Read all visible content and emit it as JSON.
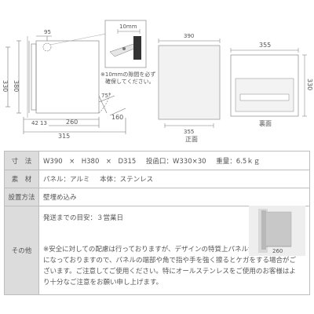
{
  "drawing": {
    "side": {
      "dim_height_outer": "330",
      "dim_height_inner": "380",
      "dim_top": "95",
      "dim_bottom_small": "42",
      "dim_bottom_small2": "13",
      "dim_depth_inner": "260",
      "dim_depth_outer": "315",
      "dim_door": "160",
      "angle": "75°"
    },
    "detail": {
      "gap_label": "10mm",
      "note_line1": "※10mmの隙間を必ず",
      "note_line2": "確保してください。"
    },
    "front": {
      "dim_top": "390",
      "dim_bottom": "355",
      "caption": "正面"
    },
    "back": {
      "dim_top": "355",
      "dim_right": "330",
      "caption": "裏面"
    }
  },
  "spec": {
    "rows": [
      {
        "label": "寸　法",
        "parts": [
          "W390　×　H380　×　D315",
          "投函口：W330×30",
          "重量：6.5ｋｇ"
        ]
      },
      {
        "label": "素　材",
        "parts": [
          "パネル：アルミ",
          "本体：ステンレス"
        ]
      },
      {
        "label": "設置方法",
        "text": "壁埋め込み"
      },
      {
        "label": "その他",
        "lead": "発送までの目安：３営業日",
        "note": "※安全に対しての配慮は行っておりますが、デザインの特質上パネルが薄く角が鋭角になっておりますので、パネルの端部や角で指や手を強く擦るとケガをする場合がございます。ご注意してご使用ください。特にオールステンレスをご使用のお客様はより十分なご注意をお願い申し上げます。",
        "image_dim": "260"
      }
    ]
  }
}
